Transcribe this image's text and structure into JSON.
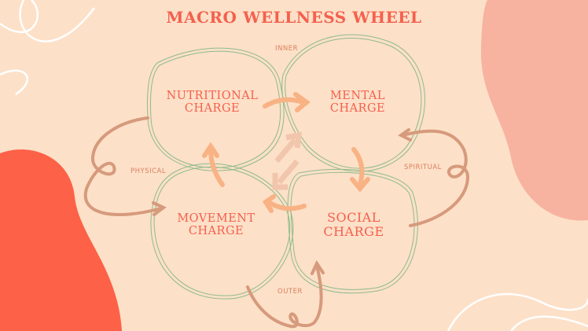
{
  "title": "MACRO WELLNESS WHEEL",
  "nodes": {
    "nutritional": {
      "line1": "NUTRITIONAL",
      "line2": "CHARGE"
    },
    "mental": {
      "line1": "MENTAL",
      "line2": "CHARGE"
    },
    "movement": {
      "line1": "MOVEMENT",
      "line2": "CHARGE"
    },
    "social": {
      "line1": "SOCIAL",
      "line2": "CHARGE"
    }
  },
  "labels": {
    "inner": "INNER",
    "outer": "OUTER",
    "physical": "PHYSICAL",
    "spiritual": "SPIRITUAL"
  },
  "colors": {
    "background": "#fde0c8",
    "title": "#f4604d",
    "ring": "#8dbb8a",
    "inner_arrow": "#f8b284",
    "outer_arrow": "#d69a7c",
    "blob_red": "#fd6147",
    "blob_pink": "#f7b2a0"
  }
}
